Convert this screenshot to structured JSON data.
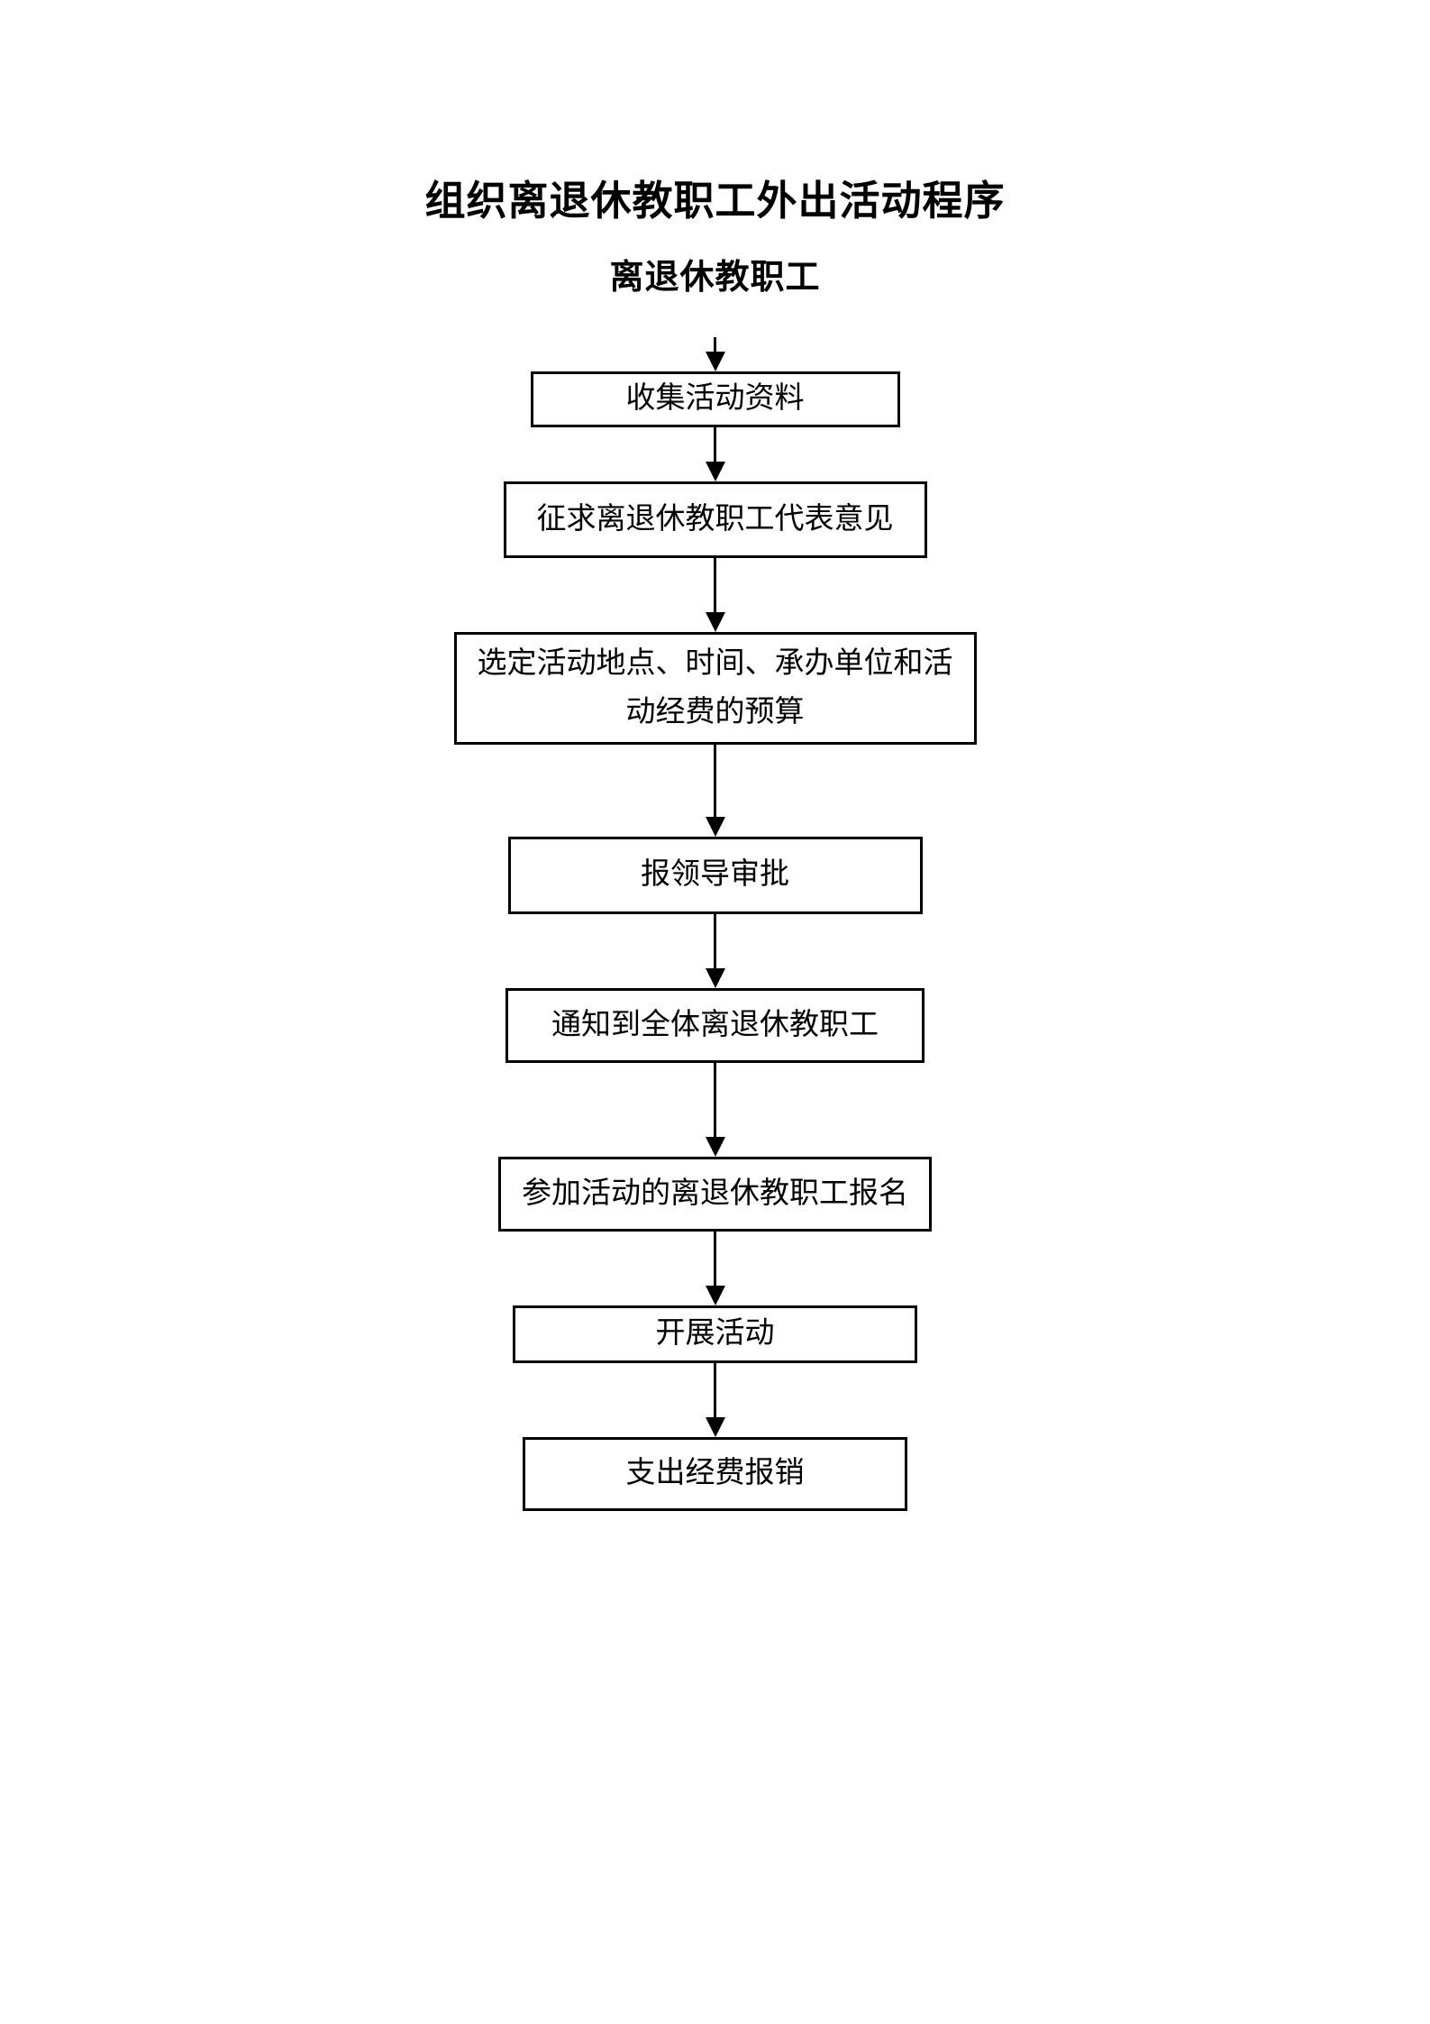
{
  "page": {
    "title": "组织离退休教职工外出活动程序",
    "subtitle": "离退休教职工"
  },
  "flowchart": {
    "type": "flowchart",
    "direction": "top-down",
    "start_node": "离退休教职工",
    "steps": [
      {
        "label": "收集活动资料"
      },
      {
        "label": "征求离退休教职工代表意见"
      },
      {
        "label": "选定活动地点、时间、承办单位和活动经费的预算"
      },
      {
        "label": "报领导审批"
      },
      {
        "label": "通知到全体离退休教职工"
      },
      {
        "label": "参加活动的离退休教职工报名"
      },
      {
        "label": "开展活动"
      },
      {
        "label": "支出经费报销"
      }
    ],
    "connector": "down-arrow"
  },
  "colors": {
    "background": "#ffffff",
    "text": "#000000",
    "border": "#000000",
    "arrow": "#000000"
  }
}
